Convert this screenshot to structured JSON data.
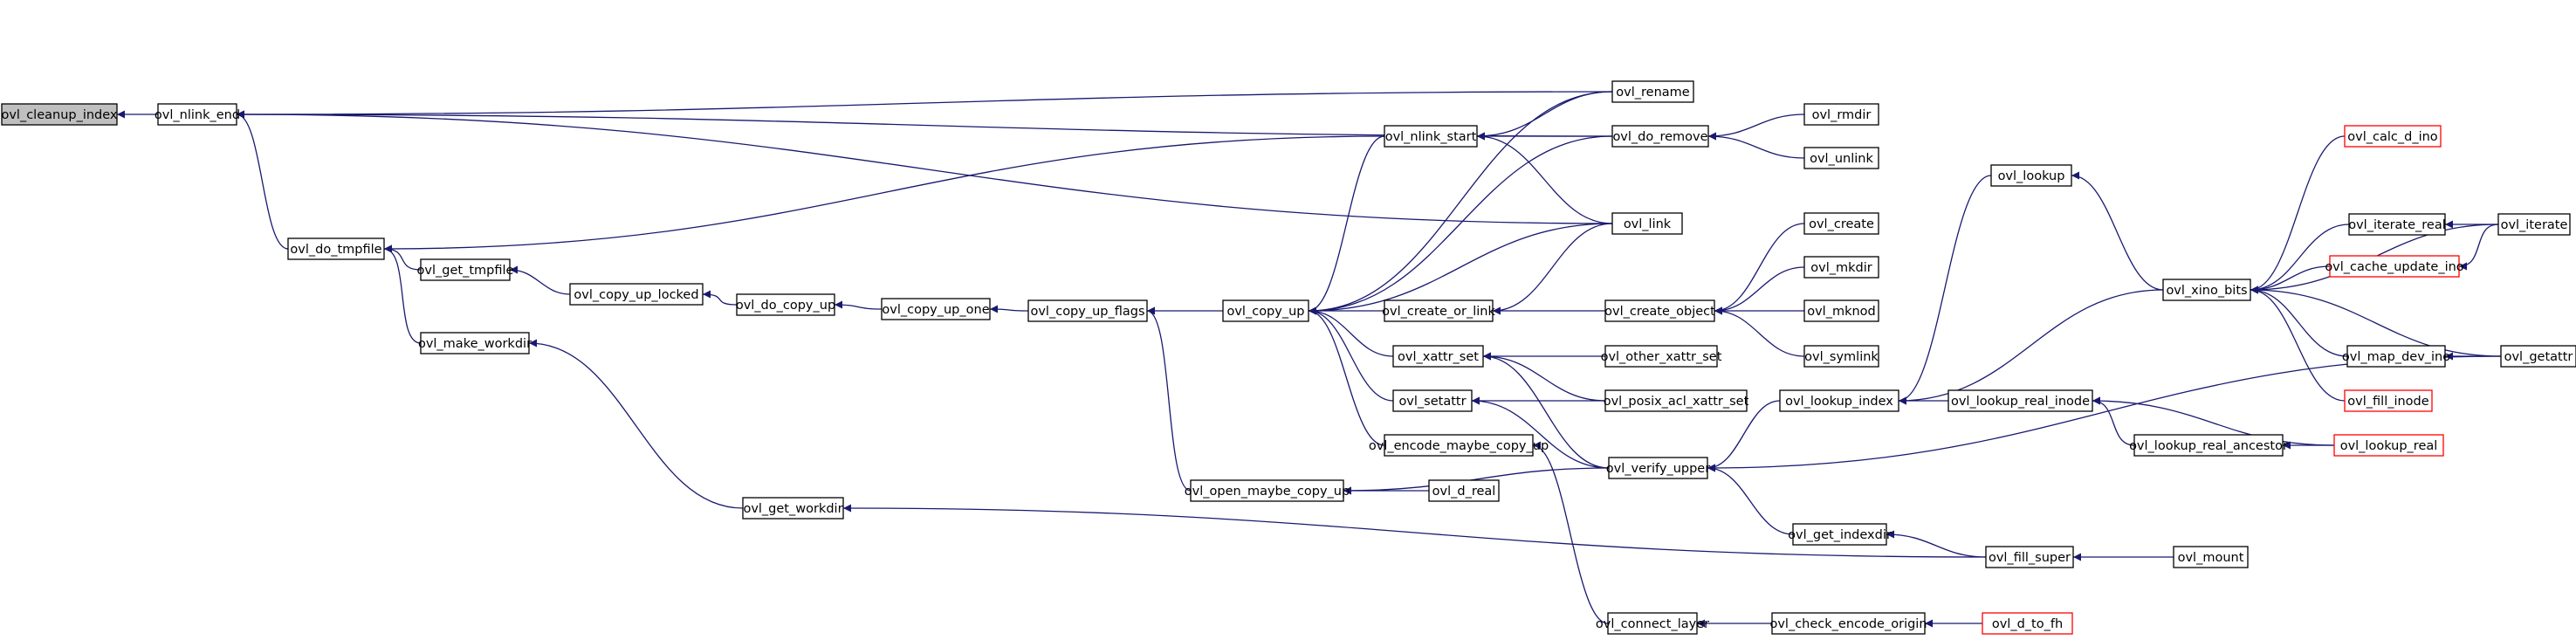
{
  "colors": {
    "edge": "#191970",
    "node_border": "#000000",
    "node_border_incomplete": "#ff0000",
    "node_fill": "#ffffff",
    "root_fill": "#bfbfbf",
    "text": "#000000"
  },
  "nodes": [
    {
      "id": "n0",
      "label": "ovl_cleanup_index",
      "root": true
    },
    {
      "id": "n1",
      "label": "ovl_nlink_end"
    },
    {
      "id": "n2",
      "label": "ovl_do_tmpfile"
    },
    {
      "id": "n3",
      "label": "ovl_get_tmpfile"
    },
    {
      "id": "n4",
      "label": "ovl_make_workdir"
    },
    {
      "id": "n5",
      "label": "ovl_copy_up_locked"
    },
    {
      "id": "n6",
      "label": "ovl_do_copy_up"
    },
    {
      "id": "n7",
      "label": "ovl_copy_up_one"
    },
    {
      "id": "n8",
      "label": "ovl_copy_up_flags"
    },
    {
      "id": "n9",
      "label": "ovl_get_workdir"
    },
    {
      "id": "n10",
      "label": "ovl_open_maybe_copy_up"
    },
    {
      "id": "n11",
      "label": "ovl_copy_up"
    },
    {
      "id": "n12",
      "label": "ovl_nlink_start"
    },
    {
      "id": "n13",
      "label": "ovl_create_or_link"
    },
    {
      "id": "n14",
      "label": "ovl_xattr_set"
    },
    {
      "id": "n15",
      "label": "ovl_setattr"
    },
    {
      "id": "n16",
      "label": "ovl_encode_maybe_copy_up"
    },
    {
      "id": "n17",
      "label": "ovl_d_real"
    },
    {
      "id": "n18",
      "label": "ovl_rename"
    },
    {
      "id": "n19",
      "label": "ovl_do_remove"
    },
    {
      "id": "n20",
      "label": "ovl_link"
    },
    {
      "id": "n21",
      "label": "ovl_create_object"
    },
    {
      "id": "n22",
      "label": "ovl_other_xattr_set"
    },
    {
      "id": "n23",
      "label": "ovl_posix_acl_xattr_set"
    },
    {
      "id": "n24",
      "label": "ovl_verify_upper"
    },
    {
      "id": "n25",
      "label": "ovl_connect_layer"
    },
    {
      "id": "n26",
      "label": "ovl_rmdir"
    },
    {
      "id": "n27",
      "label": "ovl_unlink"
    },
    {
      "id": "n28",
      "label": "ovl_create"
    },
    {
      "id": "n29",
      "label": "ovl_mkdir"
    },
    {
      "id": "n30",
      "label": "ovl_mknod"
    },
    {
      "id": "n31",
      "label": "ovl_symlink"
    },
    {
      "id": "n32",
      "label": "ovl_lookup_index"
    },
    {
      "id": "n33",
      "label": "ovl_get_indexdir"
    },
    {
      "id": "n34",
      "label": "ovl_check_encode_origin"
    },
    {
      "id": "n35",
      "label": "ovl_lookup"
    },
    {
      "id": "n36",
      "label": "ovl_lookup_real_inode"
    },
    {
      "id": "n37",
      "label": "ovl_lookup_real_ancestor"
    },
    {
      "id": "n38",
      "label": "ovl_fill_super"
    },
    {
      "id": "n39",
      "label": "ovl_d_to_fh",
      "incomplete": true
    },
    {
      "id": "n40",
      "label": "ovl_xino_bits"
    },
    {
      "id": "n41",
      "label": "ovl_mount"
    },
    {
      "id": "n42",
      "label": "ovl_calc_d_ino",
      "incomplete": true
    },
    {
      "id": "n43",
      "label": "ovl_iterate_real"
    },
    {
      "id": "n44",
      "label": "ovl_cache_update_ino",
      "incomplete": true
    },
    {
      "id": "n45",
      "label": "ovl_map_dev_ino"
    },
    {
      "id": "n46",
      "label": "ovl_fill_inode",
      "incomplete": true
    },
    {
      "id": "n47",
      "label": "ovl_lookup_real",
      "incomplete": true
    },
    {
      "id": "n48",
      "label": "ovl_iterate"
    },
    {
      "id": "n49",
      "label": "ovl_getattr"
    }
  ],
  "edges": [
    [
      "n1",
      "n0"
    ],
    [
      "n2",
      "n1"
    ],
    [
      "n18",
      "n1"
    ],
    [
      "n19",
      "n1"
    ],
    [
      "n20",
      "n1"
    ],
    [
      "n3",
      "n2"
    ],
    [
      "n4",
      "n2"
    ],
    [
      "n12",
      "n2"
    ],
    [
      "n5",
      "n3"
    ],
    [
      "n6",
      "n5"
    ],
    [
      "n7",
      "n6"
    ],
    [
      "n8",
      "n7"
    ],
    [
      "n10",
      "n8"
    ],
    [
      "n11",
      "n8"
    ],
    [
      "n9",
      "n4"
    ],
    [
      "n38",
      "n9"
    ],
    [
      "n17",
      "n10"
    ],
    [
      "n24",
      "n10"
    ],
    [
      "n12",
      "n11"
    ],
    [
      "n13",
      "n11"
    ],
    [
      "n14",
      "n11"
    ],
    [
      "n15",
      "n11"
    ],
    [
      "n16",
      "n11"
    ],
    [
      "n18",
      "n11"
    ],
    [
      "n19",
      "n11"
    ],
    [
      "n20",
      "n11"
    ],
    [
      "n18",
      "n12"
    ],
    [
      "n19",
      "n12"
    ],
    [
      "n20",
      "n12"
    ],
    [
      "n20",
      "n13"
    ],
    [
      "n21",
      "n13"
    ],
    [
      "n26",
      "n19"
    ],
    [
      "n27",
      "n19"
    ],
    [
      "n28",
      "n21"
    ],
    [
      "n29",
      "n21"
    ],
    [
      "n30",
      "n21"
    ],
    [
      "n31",
      "n21"
    ],
    [
      "n22",
      "n14"
    ],
    [
      "n23",
      "n14"
    ],
    [
      "n24",
      "n14"
    ],
    [
      "n23",
      "n15"
    ],
    [
      "n24",
      "n15"
    ],
    [
      "n25",
      "n16"
    ],
    [
      "n32",
      "n24"
    ],
    [
      "n33",
      "n24"
    ],
    [
      "n49",
      "n24"
    ],
    [
      "n34",
      "n25"
    ],
    [
      "n39",
      "n34"
    ],
    [
      "n35",
      "n32"
    ],
    [
      "n36",
      "n32"
    ],
    [
      "n40",
      "n32"
    ],
    [
      "n40",
      "n35"
    ],
    [
      "n37",
      "n36"
    ],
    [
      "n47",
      "n36"
    ],
    [
      "n47",
      "n37"
    ],
    [
      "n38",
      "n33"
    ],
    [
      "n41",
      "n38"
    ],
    [
      "n42",
      "n40"
    ],
    [
      "n43",
      "n40"
    ],
    [
      "n44",
      "n40"
    ],
    [
      "n45",
      "n40"
    ],
    [
      "n46",
      "n40"
    ],
    [
      "n48",
      "n40"
    ],
    [
      "n49",
      "n40"
    ],
    [
      "n48",
      "n43"
    ],
    [
      "n48",
      "n44"
    ],
    [
      "n49",
      "n45"
    ]
  ]
}
